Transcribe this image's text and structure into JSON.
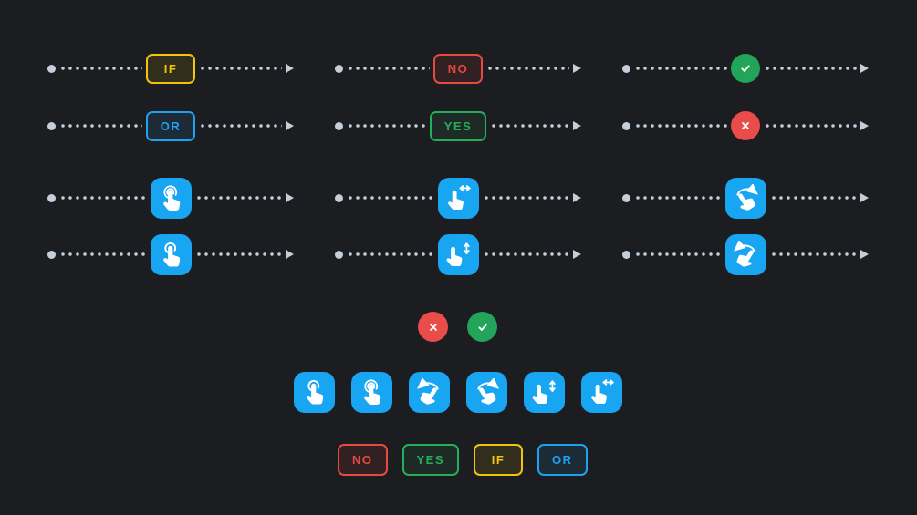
{
  "app": {
    "background": "#1c1d20"
  },
  "palette": {
    "yellow": "#f2c40e",
    "blue": "#1da2f2",
    "red": "#e8493f",
    "green": "#27ae5b",
    "circle_red": "#ea4d49",
    "circle_green": "#22a45a",
    "gesture_button_blue": "#18a5f2",
    "dotted_line": "#c4cfdb"
  },
  "line_markers": {
    "start": "dot",
    "end": "arrow-right"
  },
  "flow_rows": [
    {
      "col": 1,
      "row": 1,
      "type": "badge",
      "label": "IF",
      "color": "yellow"
    },
    {
      "col": 1,
      "row": 2,
      "type": "badge",
      "label": "OR",
      "color": "blue"
    },
    {
      "col": 1,
      "row": 3,
      "type": "gesture",
      "icon": "double-tap-icon"
    },
    {
      "col": 1,
      "row": 4,
      "type": "gesture",
      "icon": "tap-icon"
    },
    {
      "col": 2,
      "row": 1,
      "type": "badge",
      "label": "NO",
      "color": "red"
    },
    {
      "col": 2,
      "row": 2,
      "type": "badge",
      "label": "YES",
      "color": "green"
    },
    {
      "col": 2,
      "row": 3,
      "type": "gesture",
      "icon": "swipe-horizontal-icon"
    },
    {
      "col": 2,
      "row": 4,
      "type": "gesture",
      "icon": "swipe-vertical-icon"
    },
    {
      "col": 3,
      "row": 1,
      "type": "status",
      "icon": "check-icon",
      "color": "green"
    },
    {
      "col": 3,
      "row": 2,
      "type": "status",
      "icon": "cross-icon",
      "color": "red"
    },
    {
      "col": 3,
      "row": 3,
      "type": "gesture",
      "icon": "rotate-clockwise-icon"
    },
    {
      "col": 3,
      "row": 4,
      "type": "gesture",
      "icon": "rotate-counterclockwise-icon"
    }
  ],
  "status_buttons": [
    {
      "icon": "cross-icon",
      "color": "red"
    },
    {
      "icon": "check-icon",
      "color": "green"
    }
  ],
  "gesture_buttons": [
    {
      "icon": "tap-icon"
    },
    {
      "icon": "double-tap-icon"
    },
    {
      "icon": "rotate-counterclockwise-icon"
    },
    {
      "icon": "rotate-clockwise-icon"
    },
    {
      "icon": "swipe-vertical-icon"
    },
    {
      "icon": "swipe-horizontal-icon"
    }
  ],
  "label_buttons": [
    {
      "label": "NO",
      "color": "red"
    },
    {
      "label": "YES",
      "color": "green"
    },
    {
      "label": "IF",
      "color": "yellow"
    },
    {
      "label": "OR",
      "color": "blue"
    }
  ]
}
